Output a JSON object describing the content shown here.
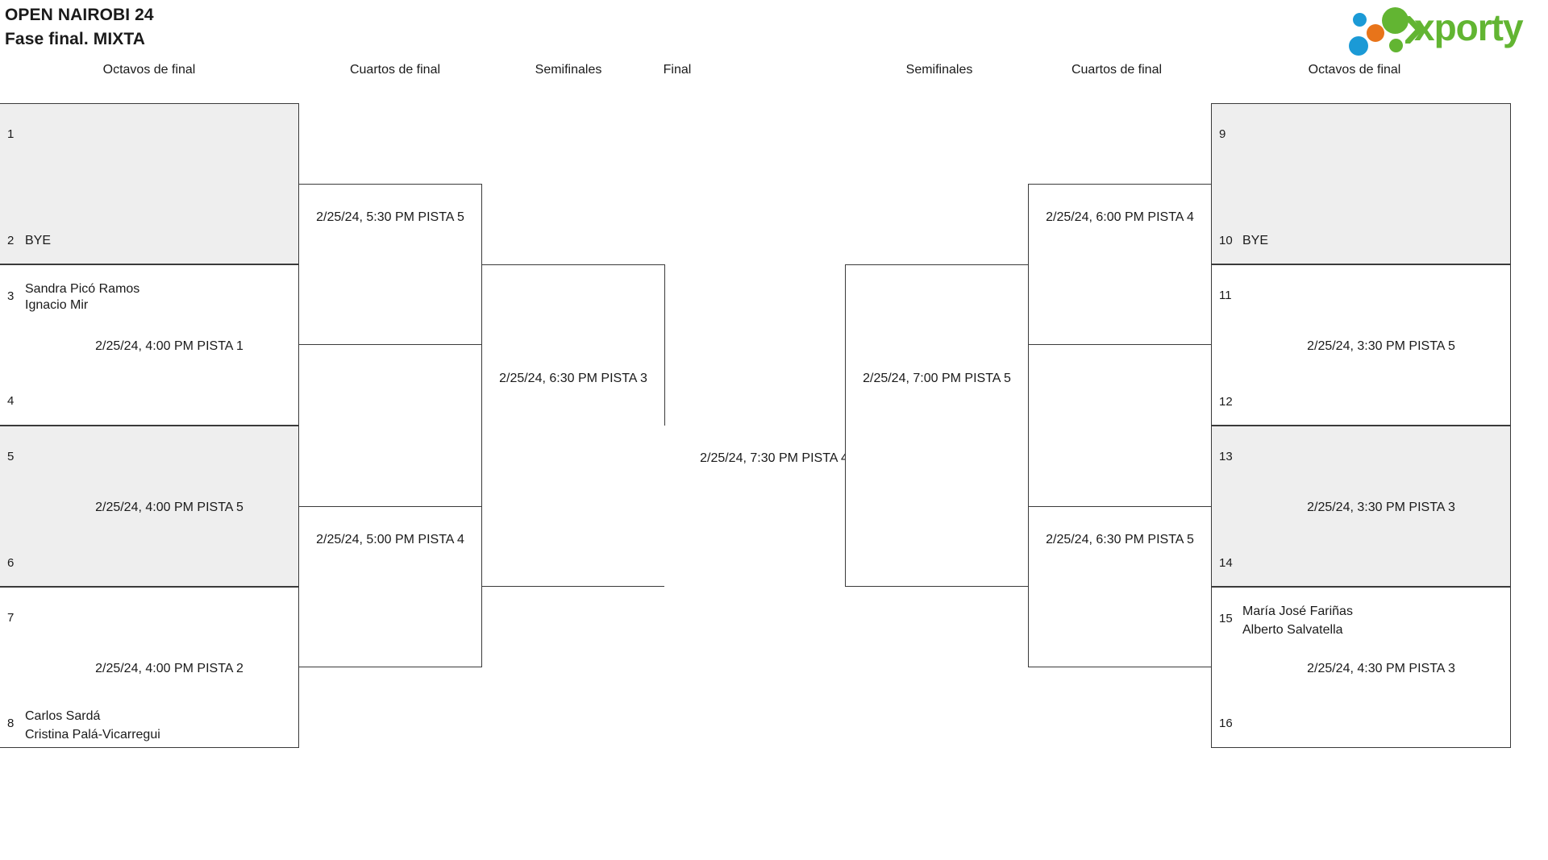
{
  "header": {
    "tournament_name": "OPEN NAIROBI 24",
    "phase": "Fase final. MIXTA",
    "logo_text": "xporty",
    "logo_colors": {
      "green": "#62b532",
      "blue": "#1b9ad6",
      "orange": "#e8741a"
    }
  },
  "round_labels": {
    "left_octavos": "Octavos de final",
    "left_cuartos": "Cuartos de final",
    "left_semis": "Semifinales",
    "final": "Final",
    "right_semis": "Semifinales",
    "right_cuartos": "Cuartos de final",
    "right_octavos": "Octavos de final"
  },
  "bracket": {
    "left_octavos": [
      {
        "seed_top": "1",
        "seed_bottom": "2",
        "players_top": "",
        "players_bottom": "BYE",
        "time": "",
        "shaded": true
      },
      {
        "seed_top": "3",
        "seed_bottom": "4",
        "players_top": "Sandra Picó Ramos",
        "players_top2": "Ignacio Mir",
        "players_bottom": "",
        "time": "2/25/24, 4:00 PM PISTA 1",
        "shaded": false
      },
      {
        "seed_top": "5",
        "seed_bottom": "6",
        "players_top": "",
        "players_bottom": "",
        "time": "2/25/24, 4:00 PM PISTA 5",
        "shaded": true
      },
      {
        "seed_top": "7",
        "seed_bottom": "8",
        "players_top": "",
        "players_bottom": "Carlos Sardá",
        "players_bottom2": "Cristina Palá-Vicarregui",
        "time": "2/25/24, 4:00 PM PISTA 2",
        "shaded": false
      }
    ],
    "left_cuartos": [
      {
        "time": "2/25/24, 5:30 PM PISTA 5"
      },
      {
        "time": "2/25/24, 5:00 PM PISTA 4"
      }
    ],
    "left_semis": [
      {
        "time": "2/25/24, 6:30 PM PISTA 3"
      }
    ],
    "final": {
      "time": "2/25/24, 7:30 PM PISTA 4"
    },
    "right_semis": [
      {
        "time": "2/25/24, 7:00 PM PISTA 5"
      }
    ],
    "right_cuartos": [
      {
        "time": "2/25/24, 6:00 PM PISTA 4"
      },
      {
        "time": "2/25/24, 6:30 PM PISTA 5"
      }
    ],
    "right_octavos": [
      {
        "seed_top": "9",
        "seed_bottom": "10",
        "players_top": "",
        "players_bottom": "BYE",
        "time": "",
        "shaded": true
      },
      {
        "seed_top": "11",
        "seed_bottom": "12",
        "players_top": "",
        "players_bottom": "",
        "time": "2/25/24, 3:30 PM PISTA 5",
        "shaded": false
      },
      {
        "seed_top": "13",
        "seed_bottom": "14",
        "players_top": "",
        "players_bottom": "",
        "time": "2/25/24, 3:30 PM PISTA 3",
        "shaded": true
      },
      {
        "seed_top": "15",
        "seed_bottom": "16",
        "players_top": "María José Fariñas",
        "players_top2": "Alberto Salvatella",
        "players_bottom": "",
        "time": "2/25/24, 4:30 PM PISTA 3",
        "shaded": false
      }
    ]
  }
}
